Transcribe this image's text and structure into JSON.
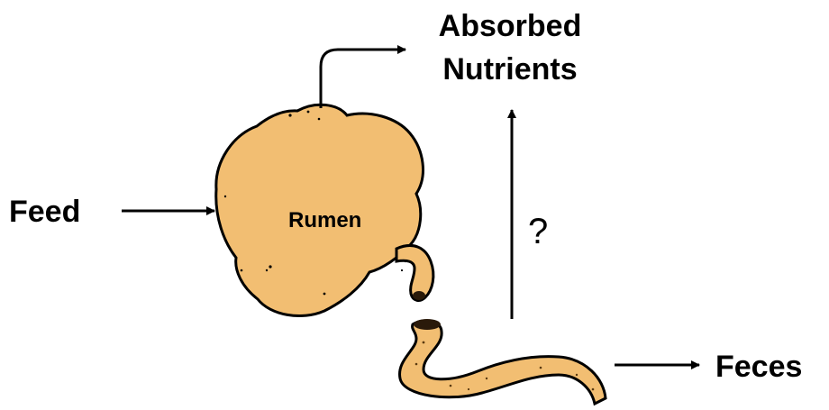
{
  "labels": {
    "feed": "Feed",
    "rumen": "Rumen",
    "absorbed_line1": "Absorbed",
    "absorbed_line2": "Nutrients",
    "question": "?",
    "feces": "Feces"
  },
  "colors": {
    "organ_fill": "#F2BE72",
    "outline": "#000000"
  }
}
